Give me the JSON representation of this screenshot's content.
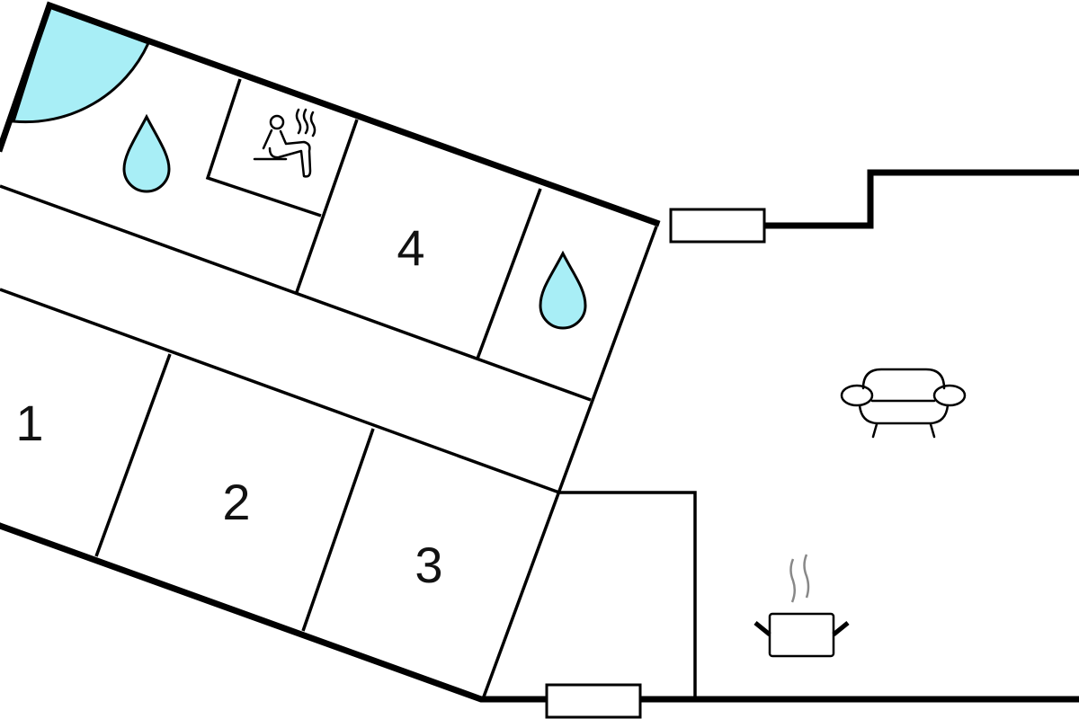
{
  "floorplan": {
    "rooms": [
      {
        "label": "1"
      },
      {
        "label": "2"
      },
      {
        "label": "3"
      },
      {
        "label": "4"
      }
    ],
    "icons": [
      "shower-icon",
      "water-drop-icon",
      "sauna-icon",
      "water-drop-icon",
      "armchair-icon",
      "cooking-pot-icon"
    ],
    "colors": {
      "water": "#a8eef6",
      "wall": "#000000"
    }
  }
}
